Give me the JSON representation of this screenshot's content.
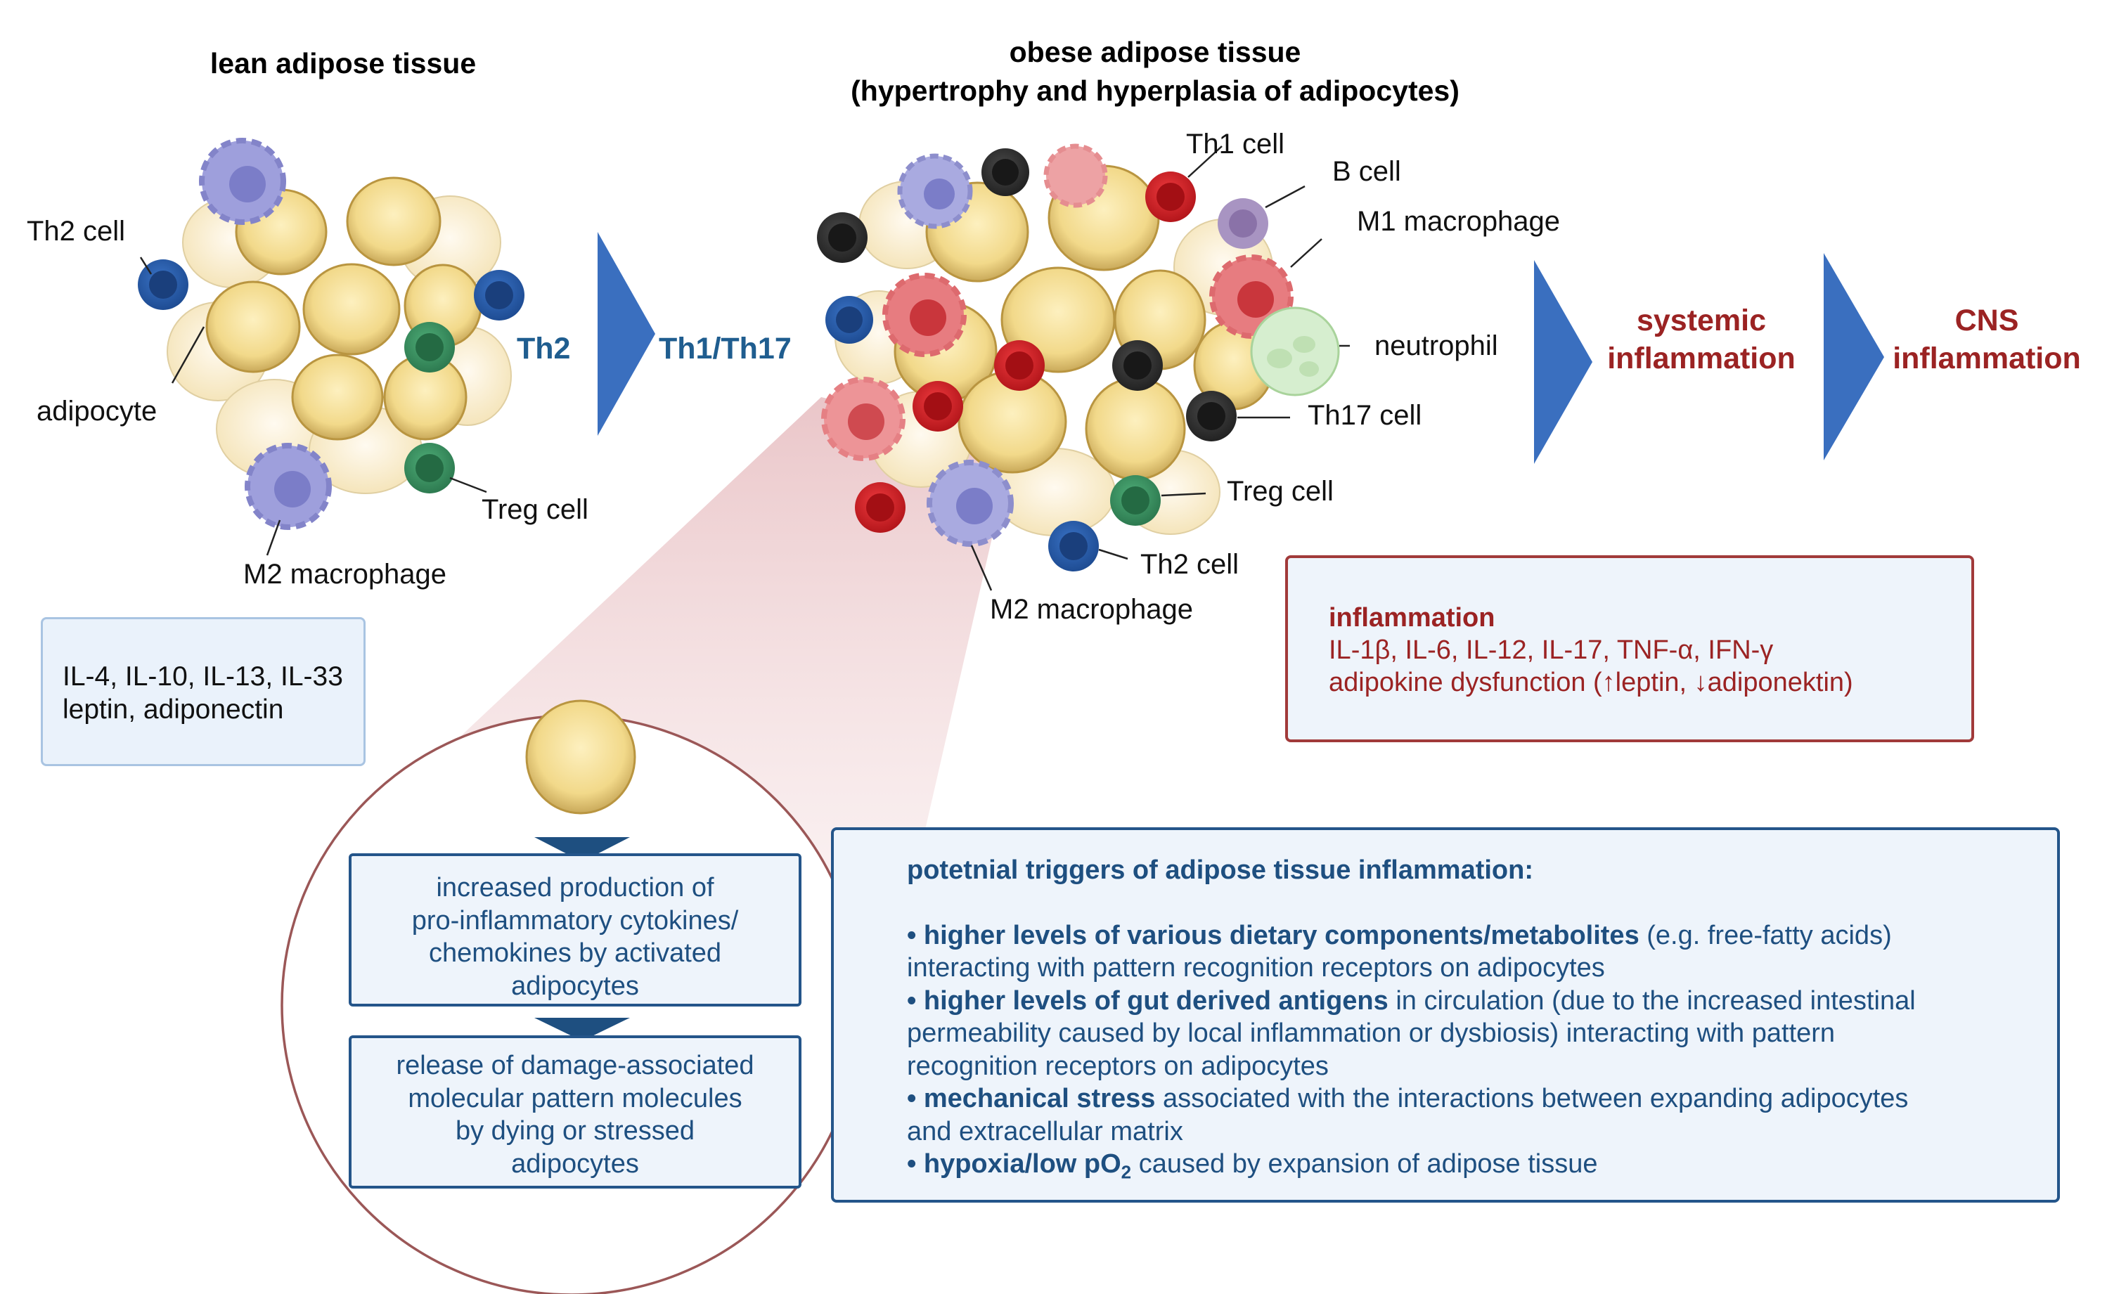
{
  "lean": {
    "title": "lean adipose tissue",
    "labels": {
      "th2": "Th2 cell",
      "adipocyte": "adipocyte",
      "treg": "Treg cell",
      "m2": "M2 macrophage"
    },
    "box_line1": "IL-4, IL-10, IL-13, IL-33",
    "box_line2": "leptin, adiponectin"
  },
  "arrows": {
    "from": "Th2",
    "to": "Th1/Th17",
    "systemic_line1": "systemic",
    "systemic_line2": "inflammation",
    "cns_line1": "CNS",
    "cns_line2": "inflammation"
  },
  "obese": {
    "title_line1": "obese adipose tissue",
    "title_line2": "(hypertrophy and hyperplasia of adipocytes)",
    "labels": {
      "th1": "Th1 cell",
      "b": "B cell",
      "m1": "M1 macrophage",
      "neutrophil": "neutrophil",
      "th17": "Th17 cell",
      "treg": "Treg cell",
      "th2": "Th2 cell",
      "m2": "M2 macrophage"
    }
  },
  "inflammation_box": {
    "heading": "inflammation",
    "line1": "IL-1β, IL-6, IL-12, IL-17, TNF-α, IFN-γ",
    "line2": "adipokine dysfunction (↑leptin, ↓adiponektin)"
  },
  "steps": {
    "step1": [
      "increased production of",
      "pro-inflammatory cytokines/",
      "chemokines by activated",
      "adipocytes"
    ],
    "step2": [
      "release of damage-associated",
      "molecular pattern molecules",
      "by dying or stressed",
      "adipocytes"
    ]
  },
  "triggers": {
    "heading": "potetnial triggers of adipose tissue inflammation:",
    "t1_bold": "• higher levels of various dietary components/metabolites",
    "t1_rest": " (e.g. free-fatty acids)",
    "t1_line2": "interacting with pattern recognition receptors on adipocytes",
    "t2_bold": "• higher levels of gut derived antigens",
    "t2_rest": " in circulation (due to the increased intestinal",
    "t2_line2": "permeability caused by local inflammation or dysbiosis) interacting with pattern",
    "t2_line3": "recognition receptors on adipocytes",
    "t3_bold": "• mechanical stress",
    "t3_rest": " associated with the interactions between expanding adipocytes",
    "t3_line2": "and extracellular matrix",
    "t4_bold": "• hypoxia/low pO",
    "t4_sub": "2",
    "t4_rest": " caused by expansion of adipose tissue"
  },
  "colors": {
    "arrow_blue": "#3a6fbf",
    "th2_text": "#1f5d8f",
    "red_text": "#9b2323",
    "adipocyte": "#f3dc8e",
    "th2_cell": "#2f62b0",
    "treg_cell": "#3e9a66",
    "m2_macrophage": "#8b8ed6",
    "th1_cell": "#d8262b",
    "th17_cell": "#333333",
    "b_cell": "#9c84b8",
    "m1_macrophage": "#e0686e",
    "neutrophil": "#c9e8c1"
  }
}
